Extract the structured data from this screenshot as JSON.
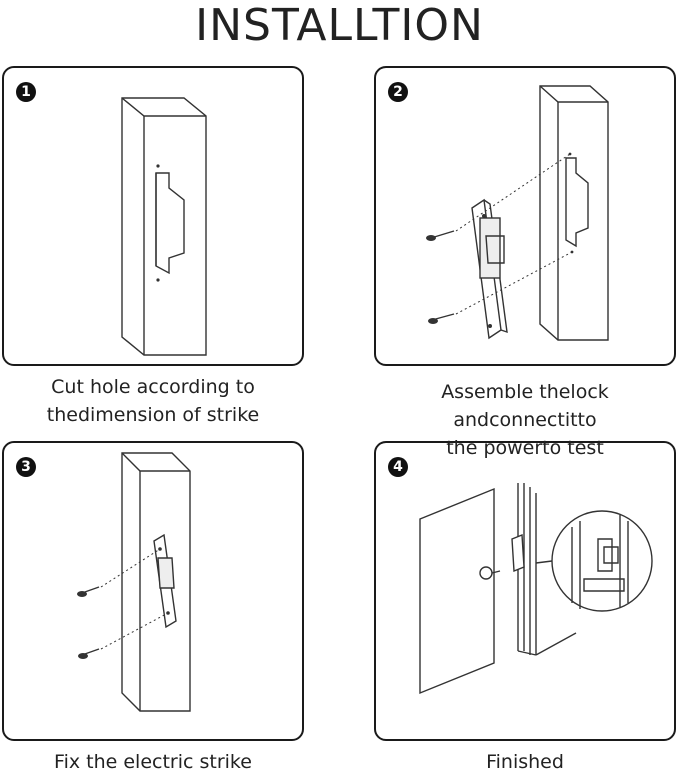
{
  "title": "INSTALLTION",
  "steps": [
    {
      "number": "1",
      "caption_line1": "Cut hole according to",
      "caption_line2": "thedimension of strike"
    },
    {
      "number": "2",
      "caption_line1": "Assemble thelock andconnectitto",
      "caption_line2": "the powerto test"
    },
    {
      "number": "3",
      "caption_line1": "Fix the electric strike",
      "caption_line2": ""
    },
    {
      "number": "4",
      "caption_line1": "Finished",
      "caption_line2": ""
    }
  ],
  "colors": {
    "line": "#333333",
    "badge": "#111111",
    "background": "#ffffff"
  }
}
